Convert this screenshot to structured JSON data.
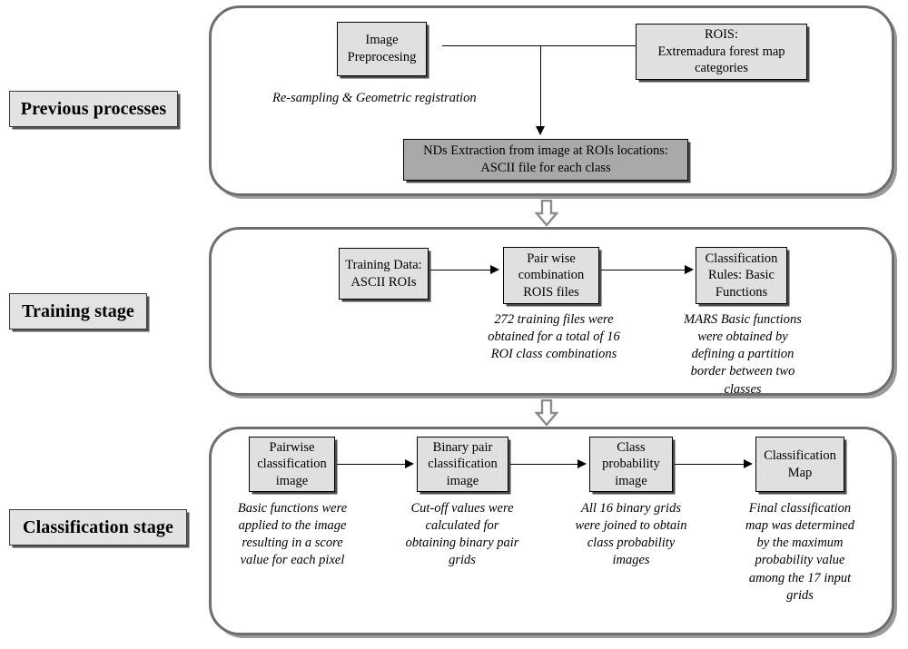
{
  "diagram": {
    "title": "MARS classification methodology flowchart",
    "colors": {
      "node_fill": "#e0e0e0",
      "node_fill_dark": "#a9a9a9",
      "stage_border": "#6e6e6e",
      "line": "#000000",
      "label_fill": "#e3e3e3"
    }
  },
  "stages": [
    {
      "key": "previous",
      "label": "Previous processes",
      "nodes": [
        {
          "key": "image-preprocessing",
          "lines": [
            "Image",
            "Preprocesing"
          ]
        },
        {
          "key": "rois",
          "lines": [
            "ROIS:",
            "Extremadura forest map categories"
          ]
        },
        {
          "key": "nds-extraction",
          "lines": [
            "NDs Extraction from image at ROIs locations:",
            "ASCII file for each class"
          ]
        }
      ],
      "captions": [
        {
          "key": "resampling",
          "text": "Re-sampling & Geometric registration"
        }
      ]
    },
    {
      "key": "training",
      "label": "Training stage",
      "nodes": [
        {
          "key": "training-data",
          "lines": [
            "Training Data:",
            "ASCII ROIs"
          ]
        },
        {
          "key": "pairwise-combination",
          "lines": [
            "Pair wise",
            "combination",
            "ROIS files"
          ]
        },
        {
          "key": "classification-rules",
          "lines": [
            "Classification",
            "Rules: Basic",
            "Functions"
          ]
        }
      ],
      "captions": [
        {
          "key": "training-files",
          "lines": [
            "272 training files were",
            "obtained for  a total of 16",
            "ROI class combinations"
          ]
        },
        {
          "key": "mars-functions",
          "lines": [
            "MARS Basic",
            "functions were",
            "obtained by defining",
            "a partition border",
            "between two classes"
          ]
        }
      ]
    },
    {
      "key": "classification",
      "label": "Classification stage",
      "nodes": [
        {
          "key": "pairwise-classification-image",
          "lines": [
            "Pairwise",
            "classification",
            "image"
          ]
        },
        {
          "key": "binary-pair-classification-image",
          "lines": [
            "Binary pair",
            "classification",
            "image"
          ]
        },
        {
          "key": "class-probability-image",
          "lines": [
            "Class",
            "probability",
            "image"
          ]
        },
        {
          "key": "classification-map",
          "lines": [
            "Classification",
            "Map"
          ]
        }
      ],
      "captions": [
        {
          "key": "basic-functions",
          "lines": [
            "Basic functions",
            "were applied to",
            "the image",
            "resulting in a",
            "score value for",
            "each pixel"
          ]
        },
        {
          "key": "cut-off-values",
          "lines": [
            "Cut-off values",
            "were",
            "calculated for",
            "obtaining",
            "binary pair",
            "grids"
          ]
        },
        {
          "key": "all-16-binary-grids",
          "lines": [
            "All 16 binary",
            "grids were",
            "joined to obtain",
            "class",
            "probability",
            "images"
          ]
        },
        {
          "key": "final-classification-map",
          "lines": [
            "Final",
            "classification",
            "map was",
            "determined by",
            "the maximum",
            "probability value",
            "among the 17",
            "input grids"
          ]
        }
      ]
    }
  ],
  "connectors": [
    {
      "key": "preprocessing-to-rois-bus",
      "type": "line"
    },
    {
      "key": "bus-to-nds-extraction",
      "type": "arrow-down"
    },
    {
      "key": "training-data-to-pairwise",
      "type": "arrow-right"
    },
    {
      "key": "pairwise-to-rules",
      "type": "arrow-right"
    },
    {
      "key": "pairwise-image-to-binary",
      "type": "arrow-right"
    },
    {
      "key": "binary-to-probability",
      "type": "arrow-right"
    },
    {
      "key": "probability-to-map",
      "type": "arrow-right"
    },
    {
      "key": "previous-to-training",
      "type": "block-arrow-down"
    },
    {
      "key": "training-to-classification",
      "type": "block-arrow-down"
    }
  ]
}
